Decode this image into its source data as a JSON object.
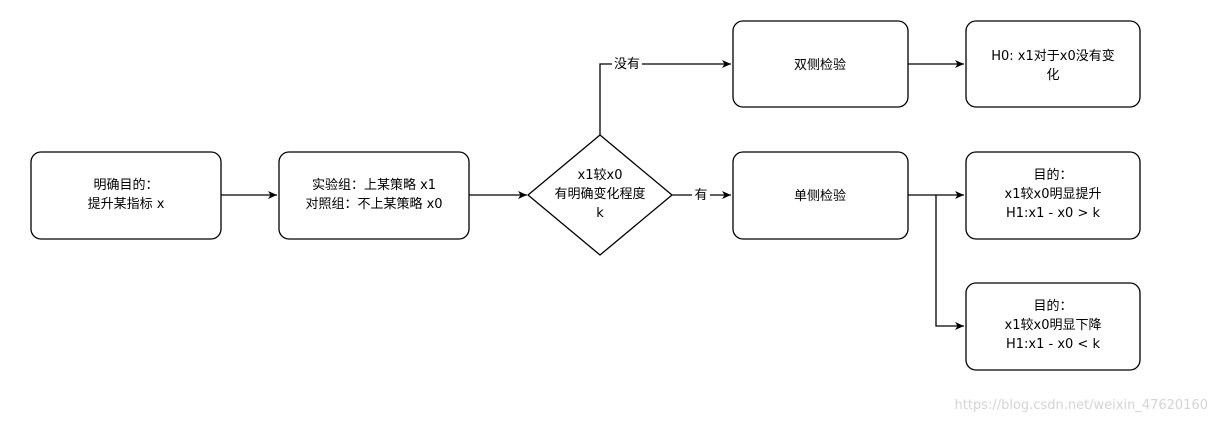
{
  "diagram": {
    "nodes": {
      "goal": {
        "line1": "明确目的：",
        "line2": "提升某指标 x"
      },
      "groups": {
        "line1": "实验组：上某策略 x1",
        "line2": "对照组：不上某策略 x0"
      },
      "decision": {
        "line1": "x1较x0",
        "line2": "有明确变化程度",
        "line3": "k"
      },
      "two_sided": {
        "label": "双侧检验"
      },
      "one_sided": {
        "label": "单侧检验"
      },
      "h0": {
        "line1": "H0: x1对于x0没有变",
        "line2": "化"
      },
      "h1_up": {
        "line1": "目的：",
        "line2": "x1较x0明显提升",
        "line3": "H1:x1 - x0 > k"
      },
      "h1_down": {
        "line1": "目的：",
        "line2": "x1较x0明显下降",
        "line3": "H1:x1 - x0 < k"
      }
    },
    "edges": {
      "no_label": "没有",
      "yes_label": "有"
    },
    "colors": {
      "stroke": "#000000",
      "fill": "#ffffff",
      "watermark": "#d4d4d4"
    }
  },
  "watermark": "https://blog.csdn.net/weixin_47620160"
}
